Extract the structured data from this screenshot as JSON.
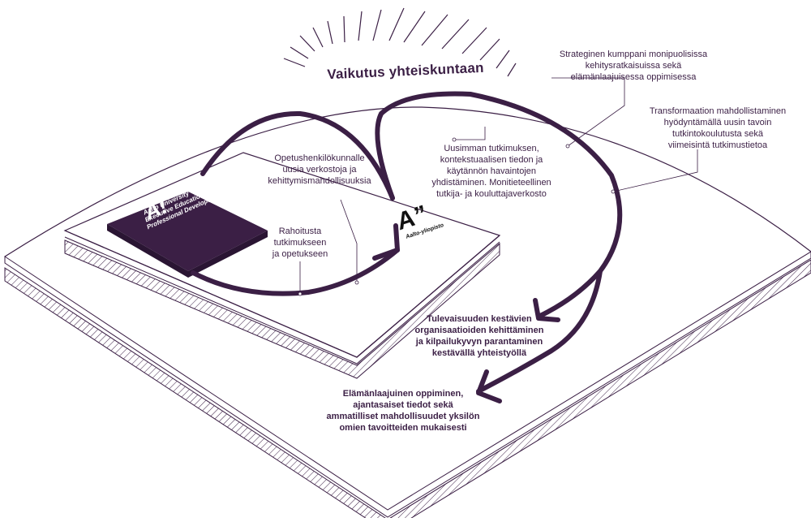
{
  "title": "Vaikutus yhteiskuntaan",
  "labels": {
    "strategic_partner": [
      "Strateginen kumppani monipuolisissa",
      "kehitysratkaisuissa sekä",
      "elämänlaajuisessa oppimisessa"
    ],
    "transformation": [
      "Transformaation mahdollistaminen",
      "hyödyntämällä uusin tavoin",
      "tutkintokoulutusta sekä",
      "viimeisintä tutkimustietoa"
    ],
    "research_combo": [
      "Uusimman tutkimuksen,",
      "kontekstuaalisen tiedon ja",
      "käytännön havaintojen",
      "yhdistäminen. Monitieteellinen",
      "tutkija- ja kouluttajaverkosto"
    ],
    "teacher_networks": [
      "Opetushenkilökunnalle",
      "uusia verkostoja ja",
      "kehittymismahdollisuuksia"
    ],
    "funding": [
      "Rahoitusta",
      "tutkimukseen",
      "ja opetukseen"
    ],
    "future_orgs": [
      "Tulevaisuuden kestävien",
      "organisaatioiden kehittäminen",
      "ja kilpailukyvyn parantaminen",
      "kestävällä yhteistyöllä"
    ],
    "lifelong": [
      "Elämänlaajuinen oppiminen,",
      "ajantasaiset tiedot sekä",
      "ammatilliset mahdollisuudet yksilön",
      "omien tavoitteiden mukaisesti"
    ]
  },
  "logos": {
    "executive_mark": "A!",
    "executive_text": [
      "Aalto University",
      "Executive Education",
      "Professional Development"
    ],
    "aalto_mark": "A”",
    "aalto_text": "Aalto-yliopisto"
  },
  "colors": {
    "purple": "#3b1f45",
    "line": "#3b1f45",
    "white": "#ffffff"
  }
}
